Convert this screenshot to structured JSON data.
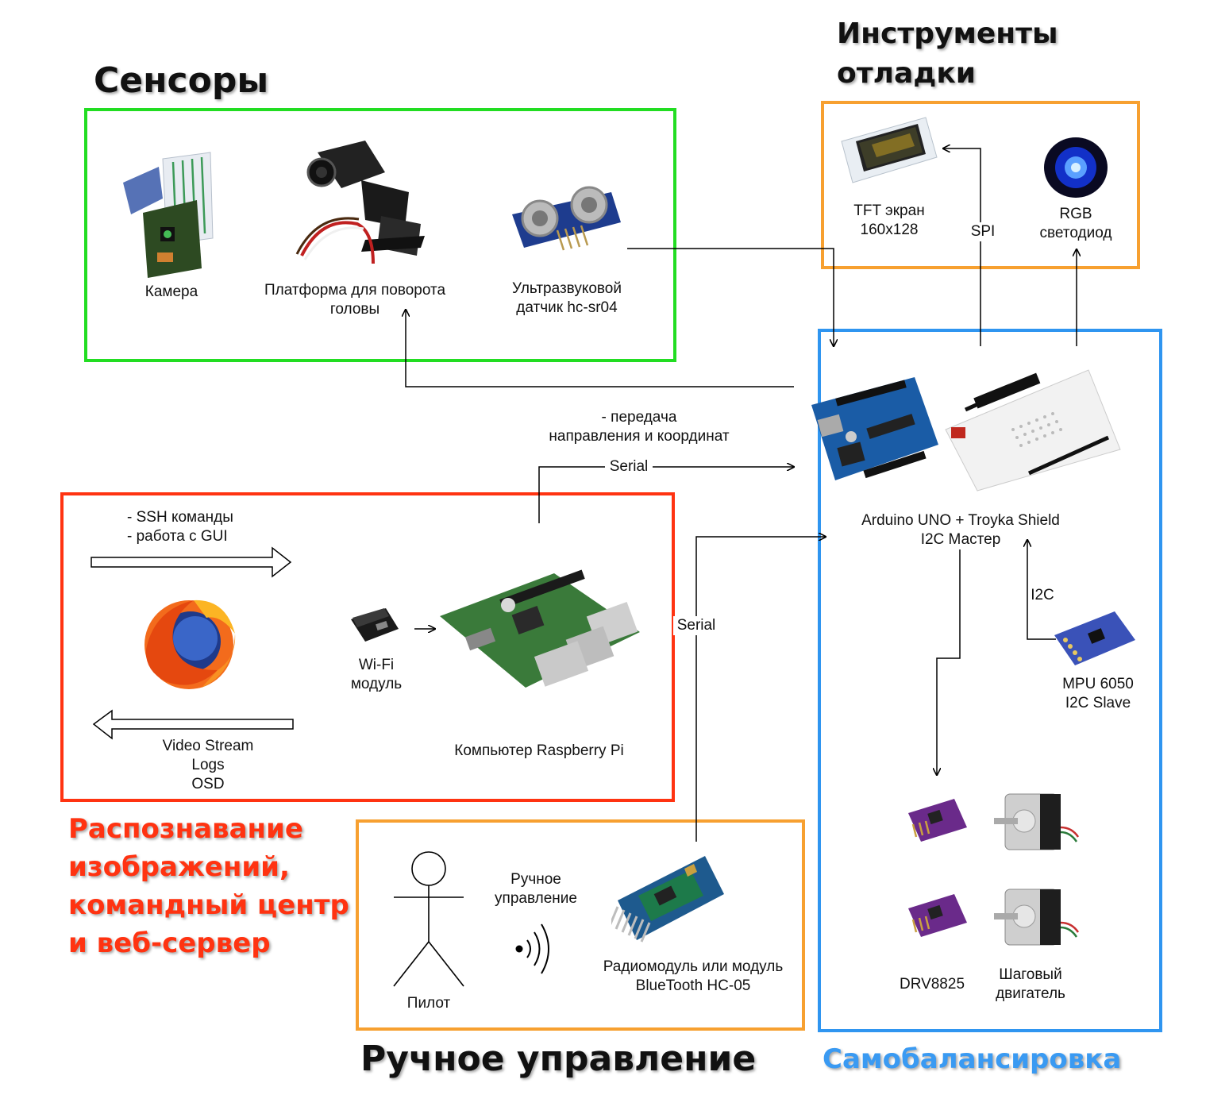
{
  "colors": {
    "sensors": "#22dd22",
    "debug": "#f7a030",
    "recognition": "#ff3311",
    "manual": "#f7a030",
    "balance": "#2f95f0",
    "recognition_title": "#ff3311",
    "balance_title": "#3a9af2"
  },
  "sections": {
    "sensors": {
      "title": "Сенсоры"
    },
    "debug": {
      "title_line1": "Инструменты",
      "title_line2": "отладки"
    },
    "recognition": {
      "title_line1": "Распознавание",
      "title_line2": "изображений,",
      "title_line3": "командный центр",
      "title_line4": "и веб-сервер"
    },
    "manual": {
      "title": "Ручное управление"
    },
    "balance": {
      "title": "Самобалансировка"
    }
  },
  "components": {
    "camera": "Камера",
    "head_platform_line1": "Платформа для поворота",
    "head_platform_line2": "головы",
    "ultrasonic_line1": "Ультразвуковой",
    "ultrasonic_line2": "датчик hc-sr04",
    "tft_line1": "TFT экран",
    "tft_line2": "160x128",
    "rgb_line1": "RGB",
    "rgb_line2": "светодиод",
    "arduino_line1": "Arduino UNO + Troyka Shield",
    "arduino_line2": "I2C Мастер",
    "mpu_line1": "MPU 6050",
    "mpu_line2": "I2C Slave",
    "drv": "DRV8825",
    "stepper_line1": "Шаговый",
    "stepper_line2": "двигатель",
    "wifi_line1": "Wi-Fi",
    "wifi_line2": "модуль",
    "raspberry": "Компьютер Raspberry Pi",
    "pilot": "Пилот",
    "radio_line1": "Радиомодуль или модуль",
    "radio_line2": "BlueTooth HC-05"
  },
  "connections": {
    "spi": "SPI",
    "i2c": "I2C",
    "serial_top": "Serial",
    "serial_side": "Serial",
    "data_transfer_line1": "- передача",
    "data_transfer_line2": "направления и координат",
    "ssh_line1": "- SSH команды",
    "ssh_line2": "- работа с GUI",
    "stream_line1": "Video Stream",
    "stream_line2": "Logs",
    "stream_line3": "OSD",
    "manual_control_line1": "Ручное",
    "manual_control_line2": "управление"
  },
  "icons": [
    "camera-icon",
    "pan-tilt-icon",
    "ultrasonic-sensor-icon",
    "tft-screen-icon",
    "rgb-led-icon",
    "arduino-icon",
    "troyka-shield-icon",
    "mpu6050-icon",
    "drv8825-icon",
    "stepper-motor-icon",
    "firefox-icon",
    "wifi-dongle-icon",
    "raspberry-pi-icon",
    "pilot-figure-icon",
    "radio-waves-icon",
    "hc05-module-icon"
  ]
}
